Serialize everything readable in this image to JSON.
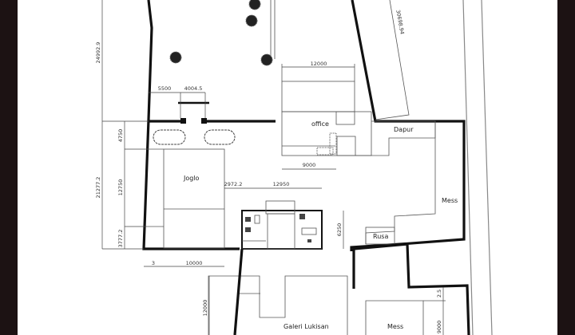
{
  "drawing": {
    "type": "site floor plan",
    "rooms": [
      {
        "id": "office",
        "label": "office"
      },
      {
        "id": "dapur",
        "label": "Dapur"
      },
      {
        "id": "joglo",
        "label": "Joglo"
      },
      {
        "id": "mess_1",
        "label": "Mess"
      },
      {
        "id": "rusa",
        "label": "Rusa"
      },
      {
        "id": "galeri",
        "label": "Galeri  Lukisan"
      },
      {
        "id": "mess_2",
        "label": "Mess"
      }
    ],
    "dimensions": {
      "left_top_vertical": "24992.9",
      "left_mid_vertical": "21277.2",
      "gate_left": "5500",
      "gate_width": "4004.5",
      "office_top": "12000",
      "diagonal_right": "30698.94",
      "office_bottom": "9000",
      "joglo_top_strip": "4750",
      "joglo_height": "12750",
      "joglo_bottom_strip": "3777.2",
      "joglo_gap": "2972.2",
      "toilet_block_width": "12950",
      "toilet_block_height": "6250",
      "bottom_left_small": "3",
      "joglo_width": "10000",
      "galeri_height": "12000",
      "mess_gap": "2.5",
      "mess_height": "9000"
    },
    "symbols": {
      "trees": "tree-symbol",
      "shrubs": "shrub-cloud-symbol"
    }
  }
}
